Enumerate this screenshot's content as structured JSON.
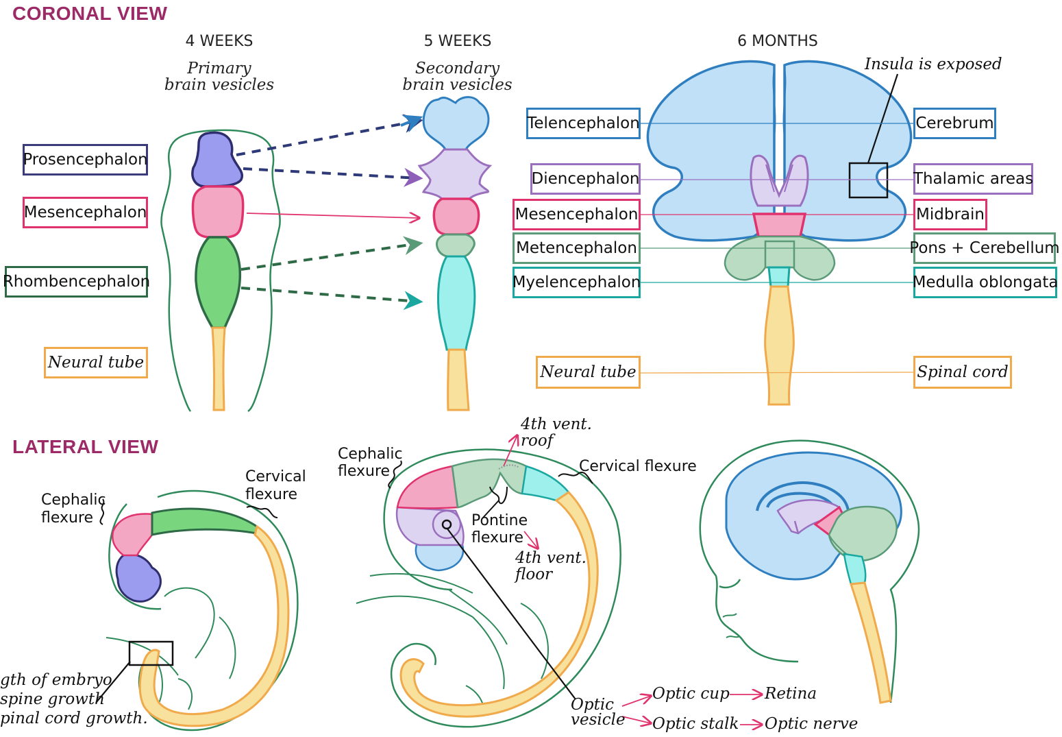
{
  "sections": {
    "coronal": "CORONAL VIEW",
    "lateral": "LATERAL VIEW"
  },
  "columns": {
    "week4": {
      "title": "4 WEEKS",
      "subtitle_1": "Primary",
      "subtitle_2": "brain vesicles"
    },
    "week5": {
      "title": "5 WEEKS",
      "subtitle_1": "Secondary",
      "subtitle_2": "brain vesicles"
    },
    "month6": {
      "title": "6 MONTHS"
    }
  },
  "primary_labels": {
    "prosencephalon": "Prosencephalon",
    "mesencephalon": "Mesencephalon",
    "rhombencephalon": "Rhombencephalon",
    "neural_tube": "Neural tube"
  },
  "secondary_labels": {
    "telencephalon": "Telencephalon",
    "diencephalon": "Diencephalon",
    "mesencephalon": "Mesencephalon",
    "metencephalon": "Metencephalon",
    "myelencephalon": "Myelencephalon",
    "neural_tube": "Neural tube"
  },
  "adult_labels": {
    "cerebrum": "Cerebrum",
    "thalamic": "Thalamic areas",
    "midbrain": "Midbrain",
    "pons": "Pons + Cerebellum",
    "medulla": "Medulla oblongata",
    "spinal_cord": "Spinal cord",
    "insula": "Insula is exposed"
  },
  "lateral": {
    "cephalic_flexure_1": "Cephalic",
    "cephalic_flexure_2": "flexure",
    "cervical_flexure_1": "Cervical",
    "cervical_flexure_2": "flexure",
    "embryo_note_1": "gth of embryo",
    "embryo_note_2": "spine growth",
    "embryo_note_3": "pinal cord growth.",
    "cephalic2_1": "Cephalic",
    "cephalic2_2": "flexure",
    "fourth_roof_1": "4th vent.",
    "fourth_roof_2": "roof",
    "cervical2": "Cervical flexure",
    "pontine_1": "Pontine",
    "pontine_2": "flexure",
    "fourth_floor_1": "4th vent.",
    "fourth_floor_2": "floor",
    "optic_vesicle_1": "Optic",
    "optic_vesicle_2": "vesicle",
    "optic_cup": "Optic cup",
    "retina": "Retina",
    "optic_stalk": "Optic stalk",
    "optic_nerve": "Optic nerve"
  },
  "colors": {
    "title": "#9b2a66",
    "prosencephalon": "#3b3a7a",
    "mesencephalon": "#e0336e",
    "rhombencephalon": "#2f7a55",
    "neural_tube": "#f0a94b",
    "telencephalon": "#2f7fc0",
    "diencephalon": "#9a6fbe",
    "metencephalon": "#5a9a78",
    "myelencephalon": "#1aa7a0",
    "embryo_outline": "#2e8a5a"
  }
}
